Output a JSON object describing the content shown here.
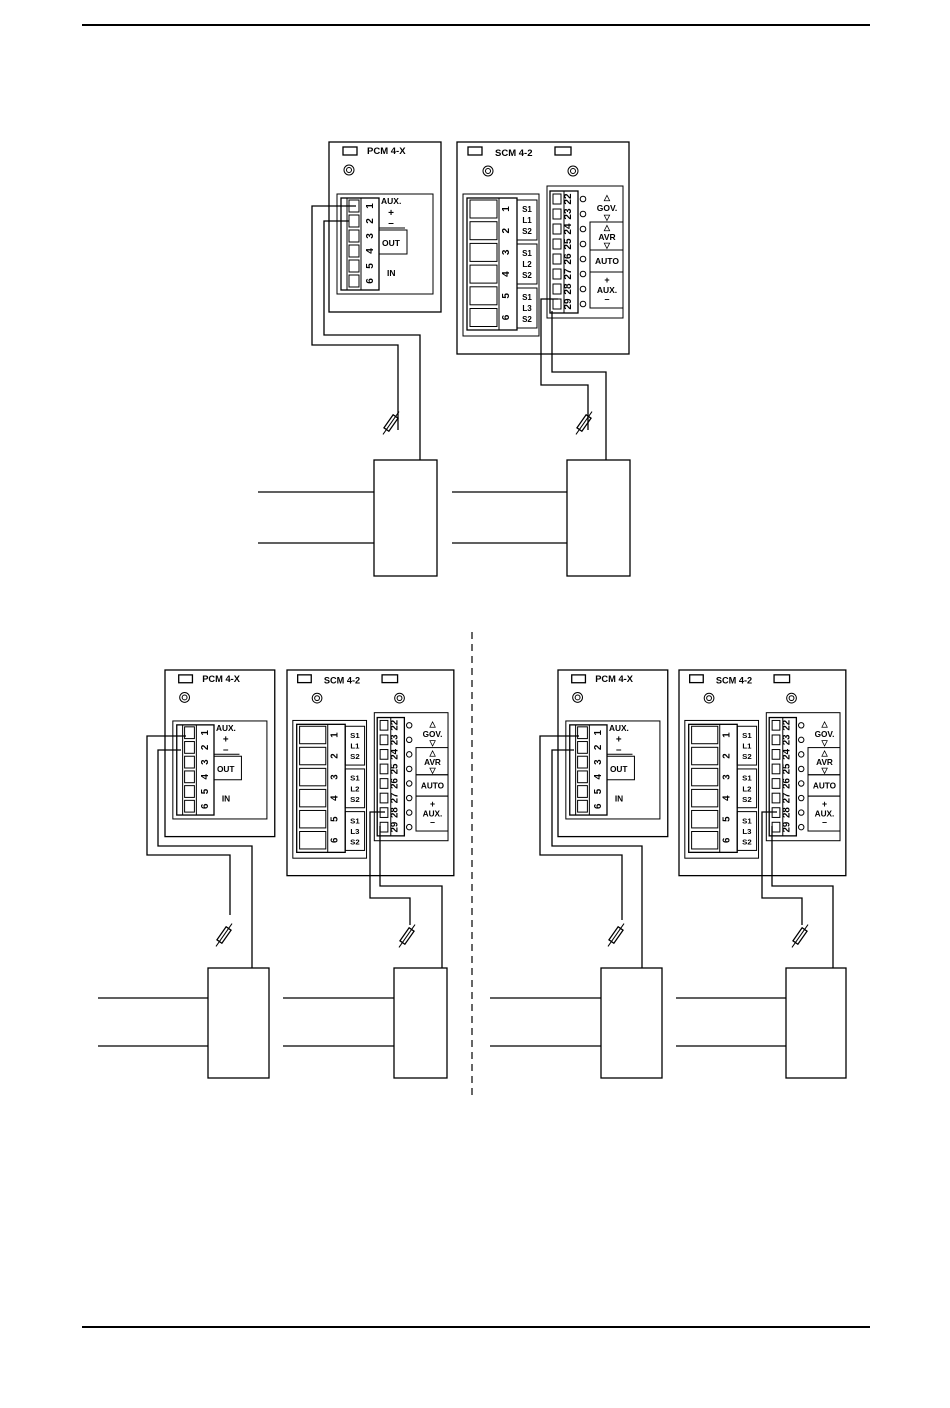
{
  "pcm": {
    "title": "PCM 4-X",
    "aux_label": "AUX.",
    "plus": "+",
    "minus": "–",
    "out_label": "OUT",
    "in_label": "IN",
    "terminals": [
      "1",
      "2",
      "3",
      "4",
      "5",
      "6"
    ]
  },
  "scm": {
    "title": "SCM 4-2",
    "ct_terminals": [
      "1",
      "2",
      "3",
      "4",
      "5",
      "6"
    ],
    "phase_labels": [
      [
        "S1",
        "L1",
        "S2"
      ],
      [
        "S1",
        "L2",
        "S2"
      ],
      [
        "S1",
        "L3",
        "S2"
      ]
    ],
    "control_terminals": [
      "22",
      "23",
      "24",
      "25",
      "26",
      "27",
      "28",
      "29"
    ],
    "gov_label": "GOV.",
    "avr_label": "AVR",
    "auto_label": "AUTO",
    "aux_label": "AUX.",
    "up_arrow": "△",
    "down_arrow": "▽",
    "plus": "+",
    "minus": "–"
  },
  "diagrams": [
    {
      "name": "top"
    },
    {
      "name": "bottom-left"
    },
    {
      "name": "bottom-right"
    }
  ]
}
